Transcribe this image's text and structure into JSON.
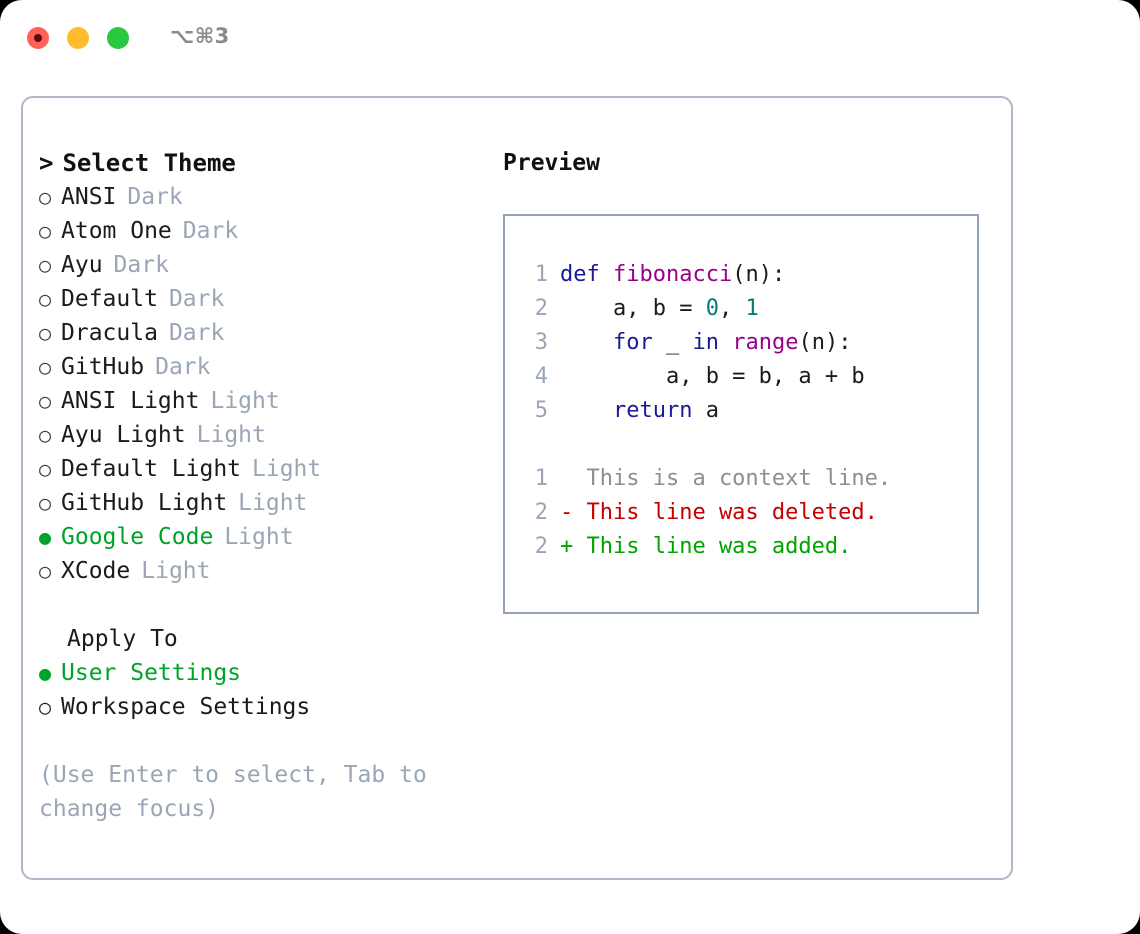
{
  "titlebar": {
    "shortcut": "⌥⌘3",
    "buttons": [
      {
        "name": "close",
        "color": "#ff6058"
      },
      {
        "name": "minimize",
        "color": "#ffbd2e"
      },
      {
        "name": "maximize",
        "color": "#28c840"
      }
    ]
  },
  "colors": {
    "accent_green": "#00a32a",
    "muted": "#9aa6b6",
    "border": "#94a3b8",
    "panel_border": "#aeb8c6",
    "keyword": "#1a1a99",
    "function": "#99008c",
    "number": "#007a7a",
    "diff_added": "#00a400",
    "diff_deleted": "#c40000",
    "diff_context": "#8e8e8e"
  },
  "theme_picker": {
    "header": "Select Theme",
    "caret": ">",
    "marker_selected": "●",
    "marker_unselected": "○",
    "items": [
      {
        "name": "ANSI",
        "kind": "Dark",
        "selected": false
      },
      {
        "name": "Atom One",
        "kind": "Dark",
        "selected": false
      },
      {
        "name": "Ayu",
        "kind": "Dark",
        "selected": false
      },
      {
        "name": "Default",
        "kind": "Dark",
        "selected": false
      },
      {
        "name": "Dracula",
        "kind": "Dark",
        "selected": false
      },
      {
        "name": "GitHub",
        "kind": "Dark",
        "selected": false
      },
      {
        "name": "ANSI Light",
        "kind": "Light",
        "selected": false
      },
      {
        "name": "Ayu Light",
        "kind": "Light",
        "selected": false
      },
      {
        "name": "Default Light",
        "kind": "Light",
        "selected": false
      },
      {
        "name": "GitHub Light",
        "kind": "Light",
        "selected": false
      },
      {
        "name": "Google Code",
        "kind": "Light",
        "selected": true
      },
      {
        "name": "XCode",
        "kind": "Light",
        "selected": false
      }
    ]
  },
  "apply_to": {
    "header": "Apply To",
    "items": [
      {
        "label": "User Settings",
        "selected": true
      },
      {
        "label": "Workspace Settings",
        "selected": false
      }
    ]
  },
  "hint": "(Use Enter to select, Tab to change focus)",
  "preview": {
    "title": "Preview",
    "code_lines": [
      {
        "number": "1",
        "tokens": [
          {
            "t": "def",
            "c": "kw"
          },
          {
            "t": " ",
            "c": "plain"
          },
          {
            "t": "fibonacci",
            "c": "fn"
          },
          {
            "t": "(n):",
            "c": "plain"
          }
        ]
      },
      {
        "number": "2",
        "tokens": [
          {
            "t": "    a, b = ",
            "c": "plain"
          },
          {
            "t": "0",
            "c": "num"
          },
          {
            "t": ", ",
            "c": "plain"
          },
          {
            "t": "1",
            "c": "num"
          }
        ]
      },
      {
        "number": "3",
        "tokens": [
          {
            "t": "    ",
            "c": "plain"
          },
          {
            "t": "for",
            "c": "kw"
          },
          {
            "t": " _ ",
            "c": "plain"
          },
          {
            "t": "in",
            "c": "kw"
          },
          {
            "t": " ",
            "c": "plain"
          },
          {
            "t": "range",
            "c": "fn"
          },
          {
            "t": "(n):",
            "c": "plain"
          }
        ]
      },
      {
        "number": "4",
        "tokens": [
          {
            "t": "        a, b = b, a + b",
            "c": "plain"
          }
        ]
      },
      {
        "number": "5",
        "tokens": [
          {
            "t": "    ",
            "c": "plain"
          },
          {
            "t": "return",
            "c": "kw"
          },
          {
            "t": " a",
            "c": "plain"
          }
        ]
      }
    ],
    "diff_lines": [
      {
        "number": "1",
        "sign": " ",
        "text": " This is a context line.",
        "kind": "context"
      },
      {
        "number": "2",
        "sign": "-",
        "text": " This line was deleted.",
        "kind": "deleted"
      },
      {
        "number": "2",
        "sign": "+",
        "text": " This line was added.",
        "kind": "added"
      }
    ]
  }
}
